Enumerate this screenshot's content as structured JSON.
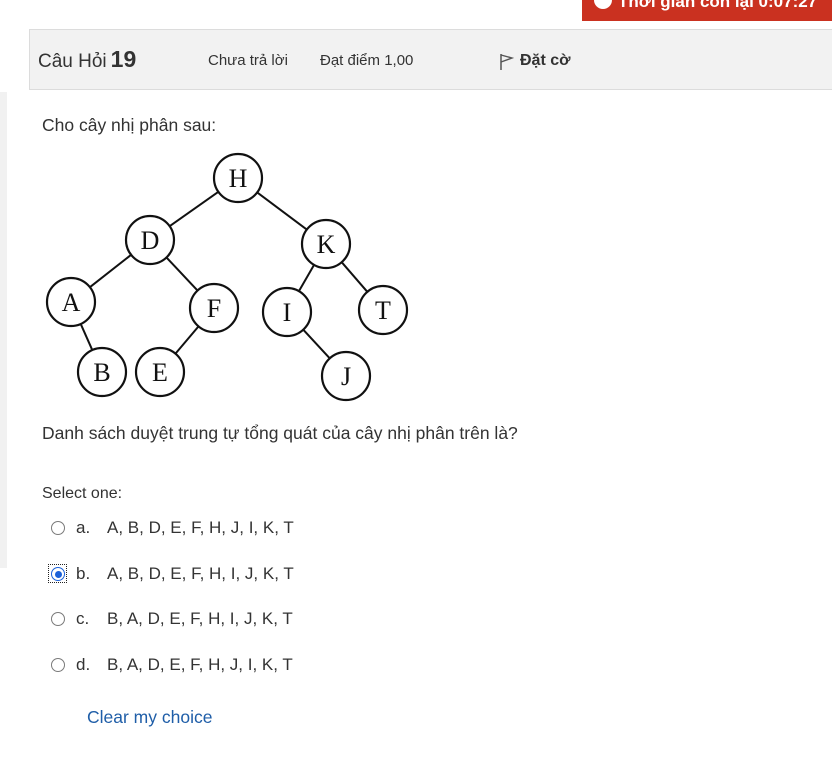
{
  "timer": {
    "text": "Thời gian còn lại 0:07:27",
    "color": "#ca3120"
  },
  "question": {
    "label": "Câu Hỏi",
    "number": "19",
    "state": "Chưa trả lời",
    "grade": "Đạt điểm 1,00",
    "flag_label": "Đặt cờ",
    "flag_icon": "flag-icon",
    "prompt": "Cho cây nhị phân sau:",
    "text": "Danh sách duyệt trung tự tổng quát của cây nhị phân trên là?",
    "select_label": "Select one:"
  },
  "tree": {
    "nodes": [
      {
        "id": "H",
        "label": "H"
      },
      {
        "id": "D",
        "label": "D"
      },
      {
        "id": "K",
        "label": "K"
      },
      {
        "id": "A",
        "label": "A"
      },
      {
        "id": "F",
        "label": "F"
      },
      {
        "id": "I",
        "label": "I"
      },
      {
        "id": "T",
        "label": "T"
      },
      {
        "id": "B",
        "label": "B"
      },
      {
        "id": "E",
        "label": "E"
      },
      {
        "id": "J",
        "label": "J"
      }
    ],
    "edges": [
      [
        "H",
        "D"
      ],
      [
        "H",
        "K"
      ],
      [
        "D",
        "A"
      ],
      [
        "D",
        "F"
      ],
      [
        "K",
        "I"
      ],
      [
        "K",
        "T"
      ],
      [
        "A",
        "B"
      ],
      [
        "F",
        "E"
      ],
      [
        "I",
        "J"
      ]
    ]
  },
  "options": [
    {
      "letter": "a.",
      "text": "A, B, D, E, F, H, J, I, K, T",
      "checked": false
    },
    {
      "letter": "b.",
      "text": "A, B, D, E, F, H, I, J, K, T",
      "checked": true
    },
    {
      "letter": "c.",
      "text": "B, A, D, E, F, H, I, J, K, T",
      "checked": false
    },
    {
      "letter": "d.",
      "text": "B, A, D, E, F, H, J, I, K, T",
      "checked": false
    }
  ],
  "clear_choice": "Clear my choice",
  "colors": {
    "accent": "#1a60d8",
    "link": "#1f5ea8"
  }
}
